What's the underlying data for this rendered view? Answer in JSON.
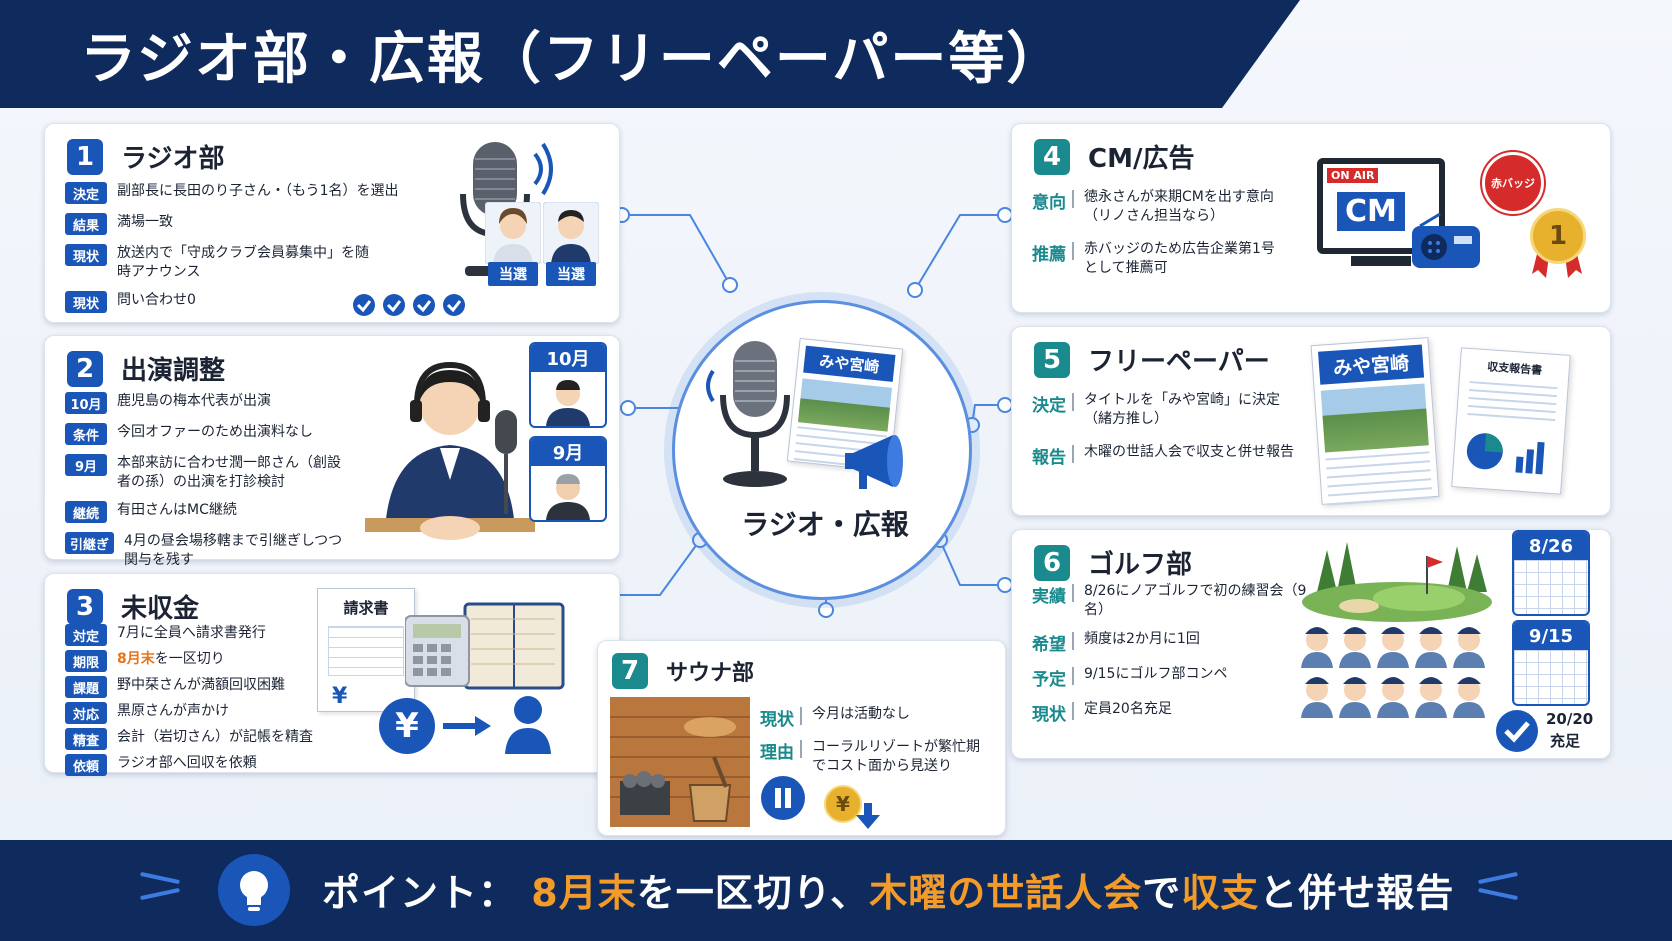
{
  "title": "ラジオ部・広報（フリーペーパー等）",
  "hub": {
    "label": "ラジオ・広報",
    "paper_title": "みや宮崎"
  },
  "colors": {
    "navy": "#0f2a5c",
    "blue": "#1a56b8",
    "teal": "#1b8a8f",
    "orange": "#e8741a"
  },
  "sections": {
    "radio": {
      "number": "1",
      "title": "ラジオ部",
      "rows": [
        {
          "tag": "決定",
          "text": "副部長に長田のり子さん・（もう1名）を選出"
        },
        {
          "tag": "結果",
          "text": "満場一致"
        },
        {
          "tag": "現状",
          "text": "放送内で「守成クラブ会員募集中」を随時アナウンス"
        },
        {
          "tag": "現状",
          "text": "問い合わせ0"
        }
      ],
      "badge1": "当選",
      "badge2": "当選"
    },
    "appearance": {
      "number": "2",
      "title": "出演調整",
      "rows": [
        {
          "tag": "10月",
          "text": "鹿児島の梅本代表が出演"
        },
        {
          "tag": "条件",
          "text": "今回オファーのため出演料なし"
        },
        {
          "tag": "9月",
          "text": "本部来訪に合わせ潤一郎さん（創設者の孫）の出演を打診検討"
        },
        {
          "tag": "継続",
          "text": "有田さんはMC継続"
        },
        {
          "tag": "引継ぎ",
          "text": "4月の昼会場移轄まで引継ぎしつつ関与を残す"
        }
      ],
      "cal1": "10月",
      "cal2": "9月"
    },
    "unpaid": {
      "number": "3",
      "title": "未収金",
      "rows": [
        {
          "tag": "対定",
          "text": "7月に全員へ請求書発行"
        },
        {
          "tag": "期限",
          "text_orange": "8月末",
          "text": "を一区切り"
        },
        {
          "tag": "課題",
          "text": "野中栞さんが満額回収困難"
        },
        {
          "tag": "対応",
          "text": "黒原さんが声かけ"
        },
        {
          "tag": "精査",
          "text": "会計（岩切さん）が記帳を精査"
        },
        {
          "tag": "依頼",
          "text": "ラジオ部へ回収を依頼"
        }
      ],
      "invoice_label": "請求書",
      "yen_symbol": "¥"
    },
    "cm": {
      "number": "4",
      "title": "CM/広告",
      "rows": [
        {
          "tag": "意向",
          "text": "徳永さんが来期CMを出す意向（リノさん担当なら）"
        },
        {
          "tag": "推薦",
          "text": "赤バッジのため広告企業第1号として推薦可"
        }
      ],
      "onair": "ON AIR",
      "cm_label": "CM",
      "red_badge": "赤バッジ",
      "medal": "1"
    },
    "freepaper": {
      "number": "5",
      "title": "フリーペーパー",
      "rows": [
        {
          "tag": "決定",
          "text": "タイトルを「みや宮崎」に決定（緒方推し）"
        },
        {
          "tag": "報告",
          "text": "木曜の世話人会で収支と併せ報告"
        }
      ],
      "paper_title": "みや宮崎",
      "report_title": "収支報告書"
    },
    "golf": {
      "number": "6",
      "title": "ゴルフ部",
      "rows": [
        {
          "tag": "実績",
          "text": "8/26にノアゴルフで初の練習会（9名）"
        },
        {
          "tag": "希望",
          "text": "頻度は2か月に1回"
        },
        {
          "tag": "予定",
          "text": "9/15にゴルフ部コンペ"
        },
        {
          "tag": "現状",
          "text": "定員20名充足"
        }
      ],
      "cal1": "8/26",
      "cal2": "9/15",
      "count": "20/20",
      "count_label": "充足"
    },
    "sauna": {
      "number": "7",
      "title": "サウナ部",
      "rows": [
        {
          "tag": "現状",
          "text": "今月は活動なし"
        },
        {
          "tag": "理由",
          "text": "コーラルリゾートが繁忙期でコスト面から見送り"
        }
      ],
      "yen_symbol": "¥"
    }
  },
  "footer": {
    "prefix": "ポイント：",
    "hl1": "8月末",
    "mid1": "を一区切り、",
    "hl2": "木曜の世話人会",
    "mid2": "で",
    "hl3": "収支",
    "suffix": "と併せ報告"
  }
}
